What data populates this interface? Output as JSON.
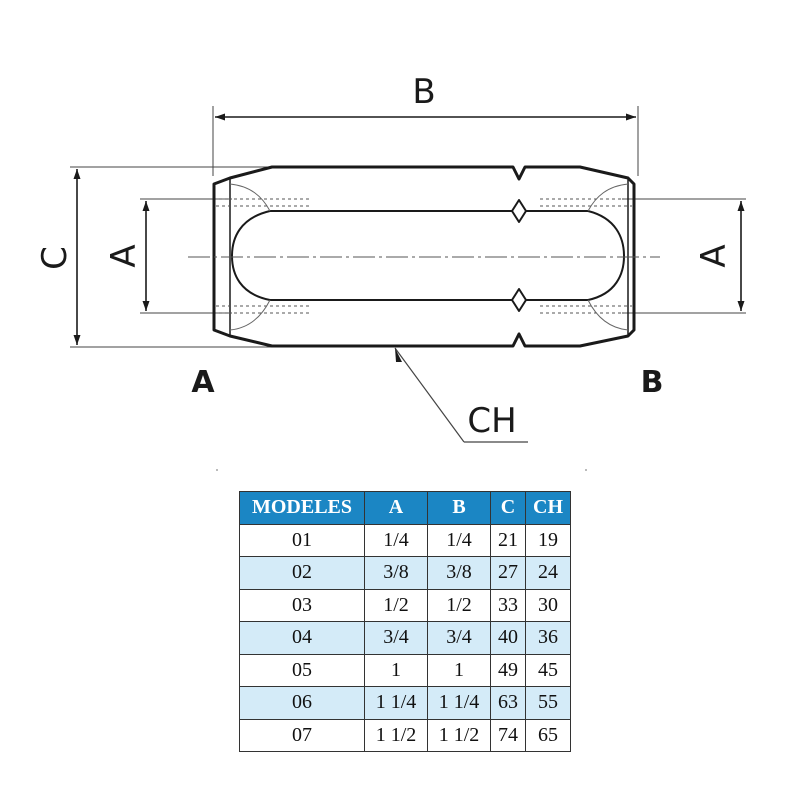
{
  "drawing": {
    "dimension_labels": {
      "length": "B",
      "outer_diameter": "C",
      "thread_left": "A",
      "thread_right": "A",
      "wrench": "CH"
    },
    "end_labels": {
      "left": "A",
      "right": "B"
    }
  },
  "table": {
    "headers": [
      "MODELES",
      "A",
      "B",
      "C",
      "CH"
    ],
    "rows": [
      [
        "01",
        "1/4",
        "1/4",
        "21",
        "19"
      ],
      [
        "02",
        "3/8",
        "3/8",
        "27",
        "24"
      ],
      [
        "03",
        "1/2",
        "1/2",
        "33",
        "30"
      ],
      [
        "04",
        "3/4",
        "3/4",
        "40",
        "36"
      ],
      [
        "05",
        "1",
        "1",
        "49",
        "45"
      ],
      [
        "06",
        "1 1/4",
        "1 1/4",
        "63",
        "55"
      ],
      [
        "07",
        "1 1/2",
        "1 1/2",
        "74",
        "65"
      ]
    ],
    "colors": {
      "header_background": "#1b86c4",
      "header_text": "#ffffff",
      "alternate_row": "#d4ebf8"
    }
  }
}
